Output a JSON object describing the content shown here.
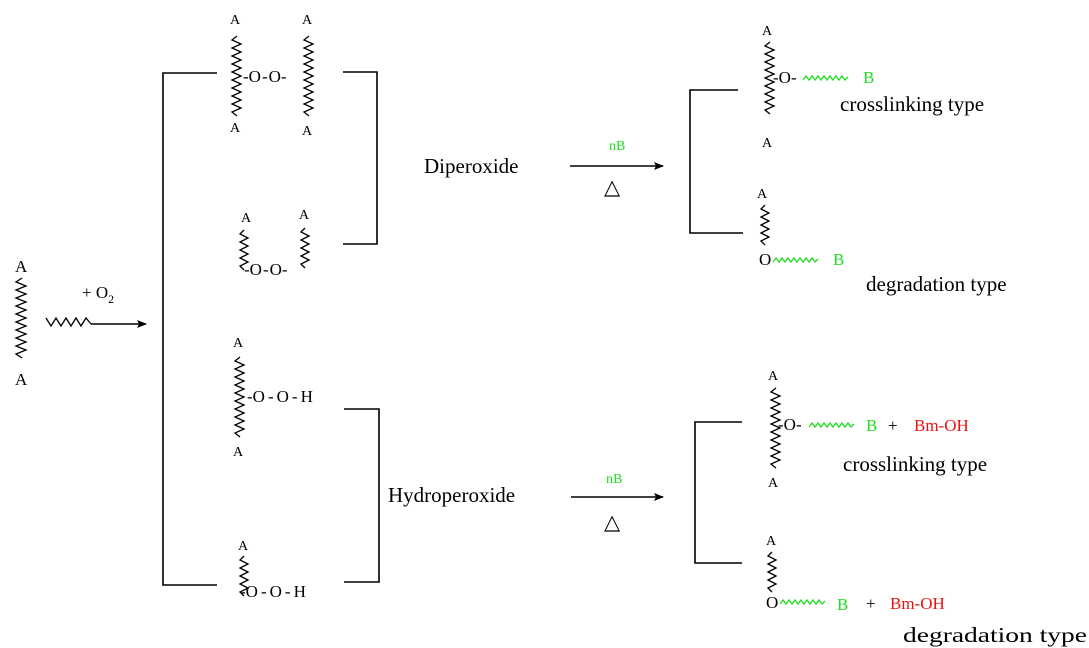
{
  "atoms": {
    "a": "A",
    "b": "B",
    "o": "O",
    "h": "H",
    "dash": "-",
    "plus": "+"
  },
  "reagent": {
    "oxygen_prefix": "+ O",
    "oxygen_subscript": "2",
    "nB": "nB",
    "heat_symbol": "△"
  },
  "labels": {
    "diperoxide": "Diperoxide",
    "hydroperoxide": "Hydroperoxide",
    "crosslinking": "crosslinking type",
    "degradation": "degradation type",
    "byproduct": "Bm-OH"
  },
  "colors": {
    "reagent_green": "#22dd22",
    "byproduct_red": "#ee1111",
    "ink": "#000000"
  }
}
